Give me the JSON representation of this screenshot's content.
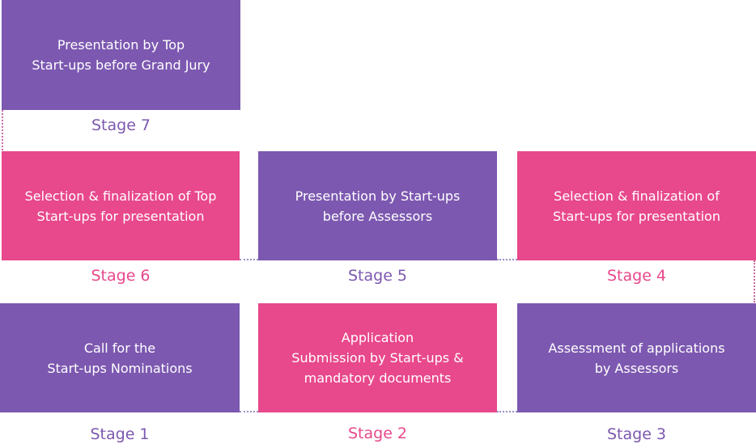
{
  "stages": {
    "s7": {
      "label": "Stage 7",
      "lines": [
        "Presentation by Top",
        "Start-ups before Grand Jury"
      ],
      "color": "#7c58b0"
    },
    "s6": {
      "label": "Stage 6",
      "lines": [
        "Selection & finalization of Top",
        "Start-ups for presentation"
      ],
      "color": "#e8488c"
    },
    "s5": {
      "label": "Stage 5",
      "lines": [
        "Presentation by Start-ups",
        "before Assessors"
      ],
      "color": "#7c58b0"
    },
    "s4": {
      "label": "Stage 4",
      "lines": [
        "Selection & finalization of",
        "Start-ups for presentation"
      ],
      "color": "#e8488c"
    },
    "s1": {
      "label": "Stage 1",
      "lines": [
        "Call for the",
        "Start-ups Nominations"
      ],
      "color": "#7c58b0"
    },
    "s2": {
      "label": "Stage 2",
      "lines": [
        "Application",
        "Submission by Start-ups &",
        "mandatory documents"
      ],
      "color": "#e8488c"
    },
    "s3": {
      "label": "Stage 3",
      "lines": [
        "Assessment of applications",
        "by Assessors"
      ],
      "color": "#7c58b0"
    }
  }
}
